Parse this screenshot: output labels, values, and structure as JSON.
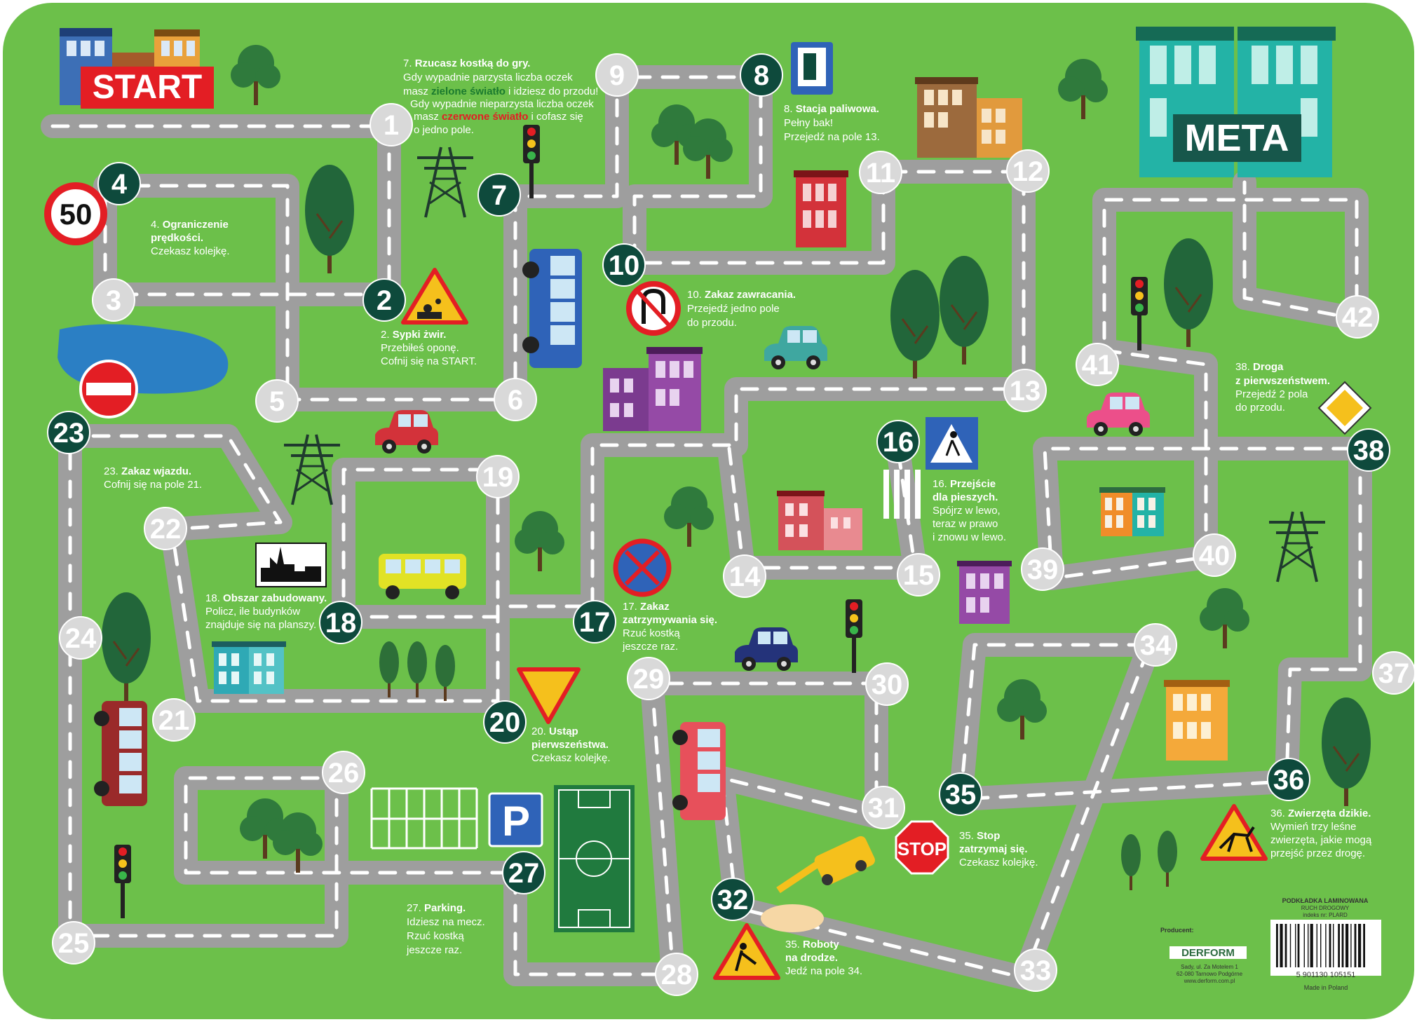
{
  "start_label": "START",
  "meta_label": "META",
  "colors": {
    "board": "#6cc04a",
    "road": "#9e9e9e",
    "dash": "#ffffff",
    "field_dark": "#0e4a3c",
    "field_light": "#d9d9d9",
    "start_red": "#e31e24",
    "meta_teal": "#23b3a6",
    "meta_label_bg": "#17574b",
    "green_text": "#1a7a2e",
    "red_text": "#e31e24"
  },
  "fields": [
    {
      "n": "1",
      "style": "light"
    },
    {
      "n": "2",
      "style": "dark"
    },
    {
      "n": "3",
      "style": "light"
    },
    {
      "n": "4",
      "style": "dark"
    },
    {
      "n": "5",
      "style": "light"
    },
    {
      "n": "6",
      "style": "light"
    },
    {
      "n": "7",
      "style": "dark"
    },
    {
      "n": "8",
      "style": "dark"
    },
    {
      "n": "9",
      "style": "light"
    },
    {
      "n": "10",
      "style": "dark"
    },
    {
      "n": "11",
      "style": "light"
    },
    {
      "n": "12",
      "style": "light"
    },
    {
      "n": "13",
      "style": "light"
    },
    {
      "n": "14",
      "style": "light"
    },
    {
      "n": "15",
      "style": "light"
    },
    {
      "n": "16",
      "style": "dark"
    },
    {
      "n": "17",
      "style": "dark"
    },
    {
      "n": "18",
      "style": "dark"
    },
    {
      "n": "19",
      "style": "light"
    },
    {
      "n": "20",
      "style": "dark"
    },
    {
      "n": "21",
      "style": "light"
    },
    {
      "n": "22",
      "style": "light"
    },
    {
      "n": "23",
      "style": "dark"
    },
    {
      "n": "24",
      "style": "light"
    },
    {
      "n": "25",
      "style": "light"
    },
    {
      "n": "26",
      "style": "light"
    },
    {
      "n": "27",
      "style": "dark"
    },
    {
      "n": "28",
      "style": "light"
    },
    {
      "n": "29",
      "style": "light"
    },
    {
      "n": "30",
      "style": "light"
    },
    {
      "n": "31",
      "style": "light"
    },
    {
      "n": "32",
      "style": "dark"
    },
    {
      "n": "33",
      "style": "light"
    },
    {
      "n": "34",
      "style": "light"
    },
    {
      "n": "35",
      "style": "dark"
    },
    {
      "n": "36",
      "style": "dark"
    },
    {
      "n": "37",
      "style": "light"
    },
    {
      "n": "38",
      "style": "dark"
    },
    {
      "n": "39",
      "style": "light"
    },
    {
      "n": "40",
      "style": "light"
    },
    {
      "n": "41",
      "style": "light"
    },
    {
      "n": "42",
      "style": "light"
    }
  ],
  "rules": {
    "r7": {
      "head": "7.",
      "bold": "Rzucasz kostką do gry.",
      "l1": "Gdy wypadnie parzysta liczba oczek",
      "l2a": "masz ",
      "l2g": "zielone światło",
      "l2b": " i idziesz do przodu!",
      "l3": "Gdy wypadnie nieparzysta liczba oczek",
      "l4a": "masz ",
      "l4r": "czerwone światło",
      "l4b": " i cofasz się",
      "l5": "o jedno pole."
    },
    "r8": {
      "head": "8.",
      "bold": "Stacja paliwowa.",
      "l1": "Pełny bak!",
      "l2": "Przejedź na pole 13."
    },
    "r4": {
      "head": "4.",
      "bold1": "Ograniczenie",
      "bold2": "prędkości.",
      "l1": "Czekasz kolejkę."
    },
    "r2": {
      "head": "2.",
      "bold": "Sypki żwir.",
      "l1": "Przebiłeś oponę.",
      "l2": "Cofnij się na START."
    },
    "r10": {
      "head": "10.",
      "bold": "Zakaz zawracania.",
      "l1": "Przejedź jedno pole",
      "l2": "do przodu."
    },
    "r38": {
      "head": "38.",
      "bold1": "Droga",
      "bold2": "z pierwszeństwem.",
      "l1": "Przejedź 2 pola",
      "l2": "do przodu."
    },
    "r23": {
      "head": "23.",
      "bold": "Zakaz wjazdu.",
      "l1": "Cofnij się na pole 21."
    },
    "r16": {
      "head": "16.",
      "bold1": "Przejście",
      "bold2": "dla pieszych.",
      "l1": "Spójrz w lewo,",
      "l2": "teraz w prawo",
      "l3": "i znowu w lewo."
    },
    "r18": {
      "head": "18.",
      "bold": "Obszar zabudowany.",
      "l1": "Policz, ile budynków",
      "l2": "znajduje się na planszy."
    },
    "r17": {
      "head": "17.",
      "bold1": "Zakaz",
      "bold2": "zatrzymywania się.",
      "l1": "Rzuć kostką",
      "l2": "jeszcze raz."
    },
    "r20": {
      "head": "20.",
      "bold1": "Ustąp",
      "bold2": "pierwszeństwa.",
      "l1": "Czekasz kolejkę."
    },
    "r36": {
      "head": "36.",
      "bold": "Zwierzęta dzikie.",
      "l1": "Wymień trzy leśne",
      "l2": "zwierzęta, jakie mogą",
      "l3": "przejść przez drogę."
    },
    "r35": {
      "head": "35.",
      "bold1": "Stop",
      "bold2": "zatrzymaj się.",
      "l1": "Czekasz kolejkę."
    },
    "r27": {
      "head": "27.",
      "bold": "Parking.",
      "l1": "Idziesz na mecz.",
      "l2": "Rzuć kostką",
      "l3": "jeszcze raz."
    },
    "r32": {
      "head": "35.",
      "bold1": "Roboty",
      "bold2": "na drodze.",
      "l1": "Jedź na pole 34."
    }
  },
  "signs": {
    "speed_limit": "50",
    "stop": "STOP",
    "parking": "P",
    "fuel_icon": "fuel-pump-icon"
  },
  "footer": {
    "title1": "PODKŁADKA LAMINOWANA",
    "title2": "RUCH DROGOWY",
    "index": "indeks nr: PLARD",
    "producer_label": "Producent:",
    "logo": "DERFORM",
    "addr1": "Sady, ul. Za Motelem 1",
    "addr2": "62-080 Tarnowo Podgórne",
    "url": "www.derform.com.pl",
    "barcode": "5 901130 105151",
    "made_in": "Made in Poland"
  }
}
